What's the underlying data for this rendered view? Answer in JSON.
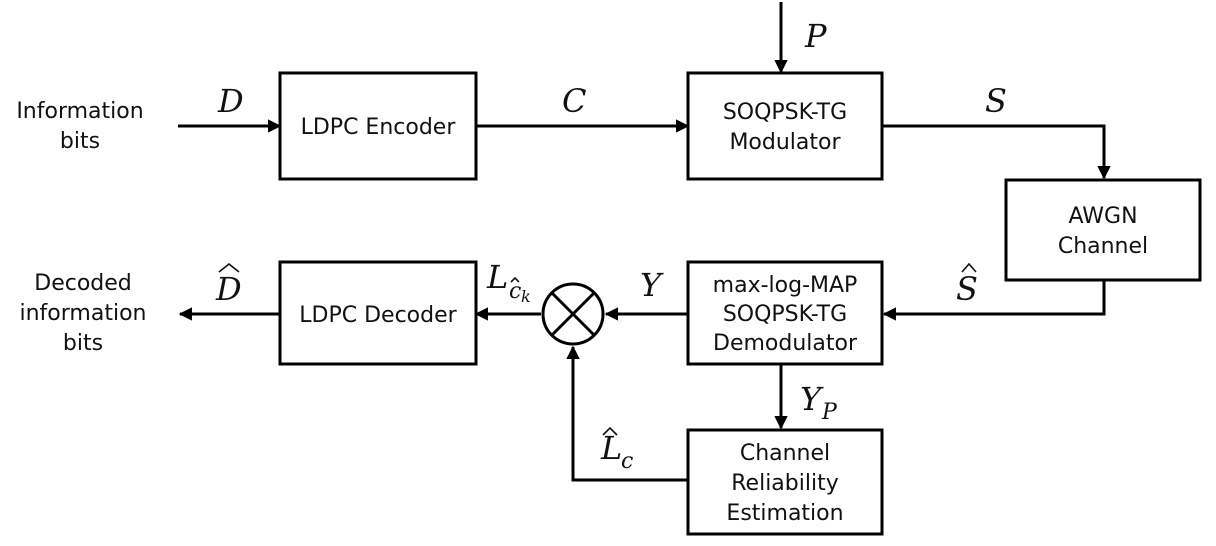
{
  "blocks": {
    "ldpc_encoder": "LDPC Encoder",
    "modulator": [
      "SOQPSK-TG",
      "Modulator"
    ],
    "awgn": [
      "AWGN",
      "Channel"
    ],
    "demodulator": [
      "max-log-MAP",
      "SOQPSK-TG",
      "Demodulator"
    ],
    "ldpc_decoder": "LDPC Decoder",
    "reliability": [
      "Channel",
      "Reliability",
      "Estimation"
    ]
  },
  "io": {
    "input": [
      "Information",
      "bits"
    ],
    "output": [
      "Decoded",
      "information",
      "bits"
    ]
  },
  "signals": {
    "D": "D",
    "C": "C",
    "P": "P",
    "S": "S",
    "S_hat": "S",
    "Y": "Y",
    "Y_P": "Y",
    "Y_P_sub": "P",
    "L_c_hat": "L",
    "L_c_hat_sub": "c",
    "L_ck": "L",
    "L_ck_sub": "c",
    "L_ck_subsub": "k",
    "D_hat": "D"
  },
  "colors": {
    "stroke": "#000000",
    "background": "#ffffff"
  }
}
